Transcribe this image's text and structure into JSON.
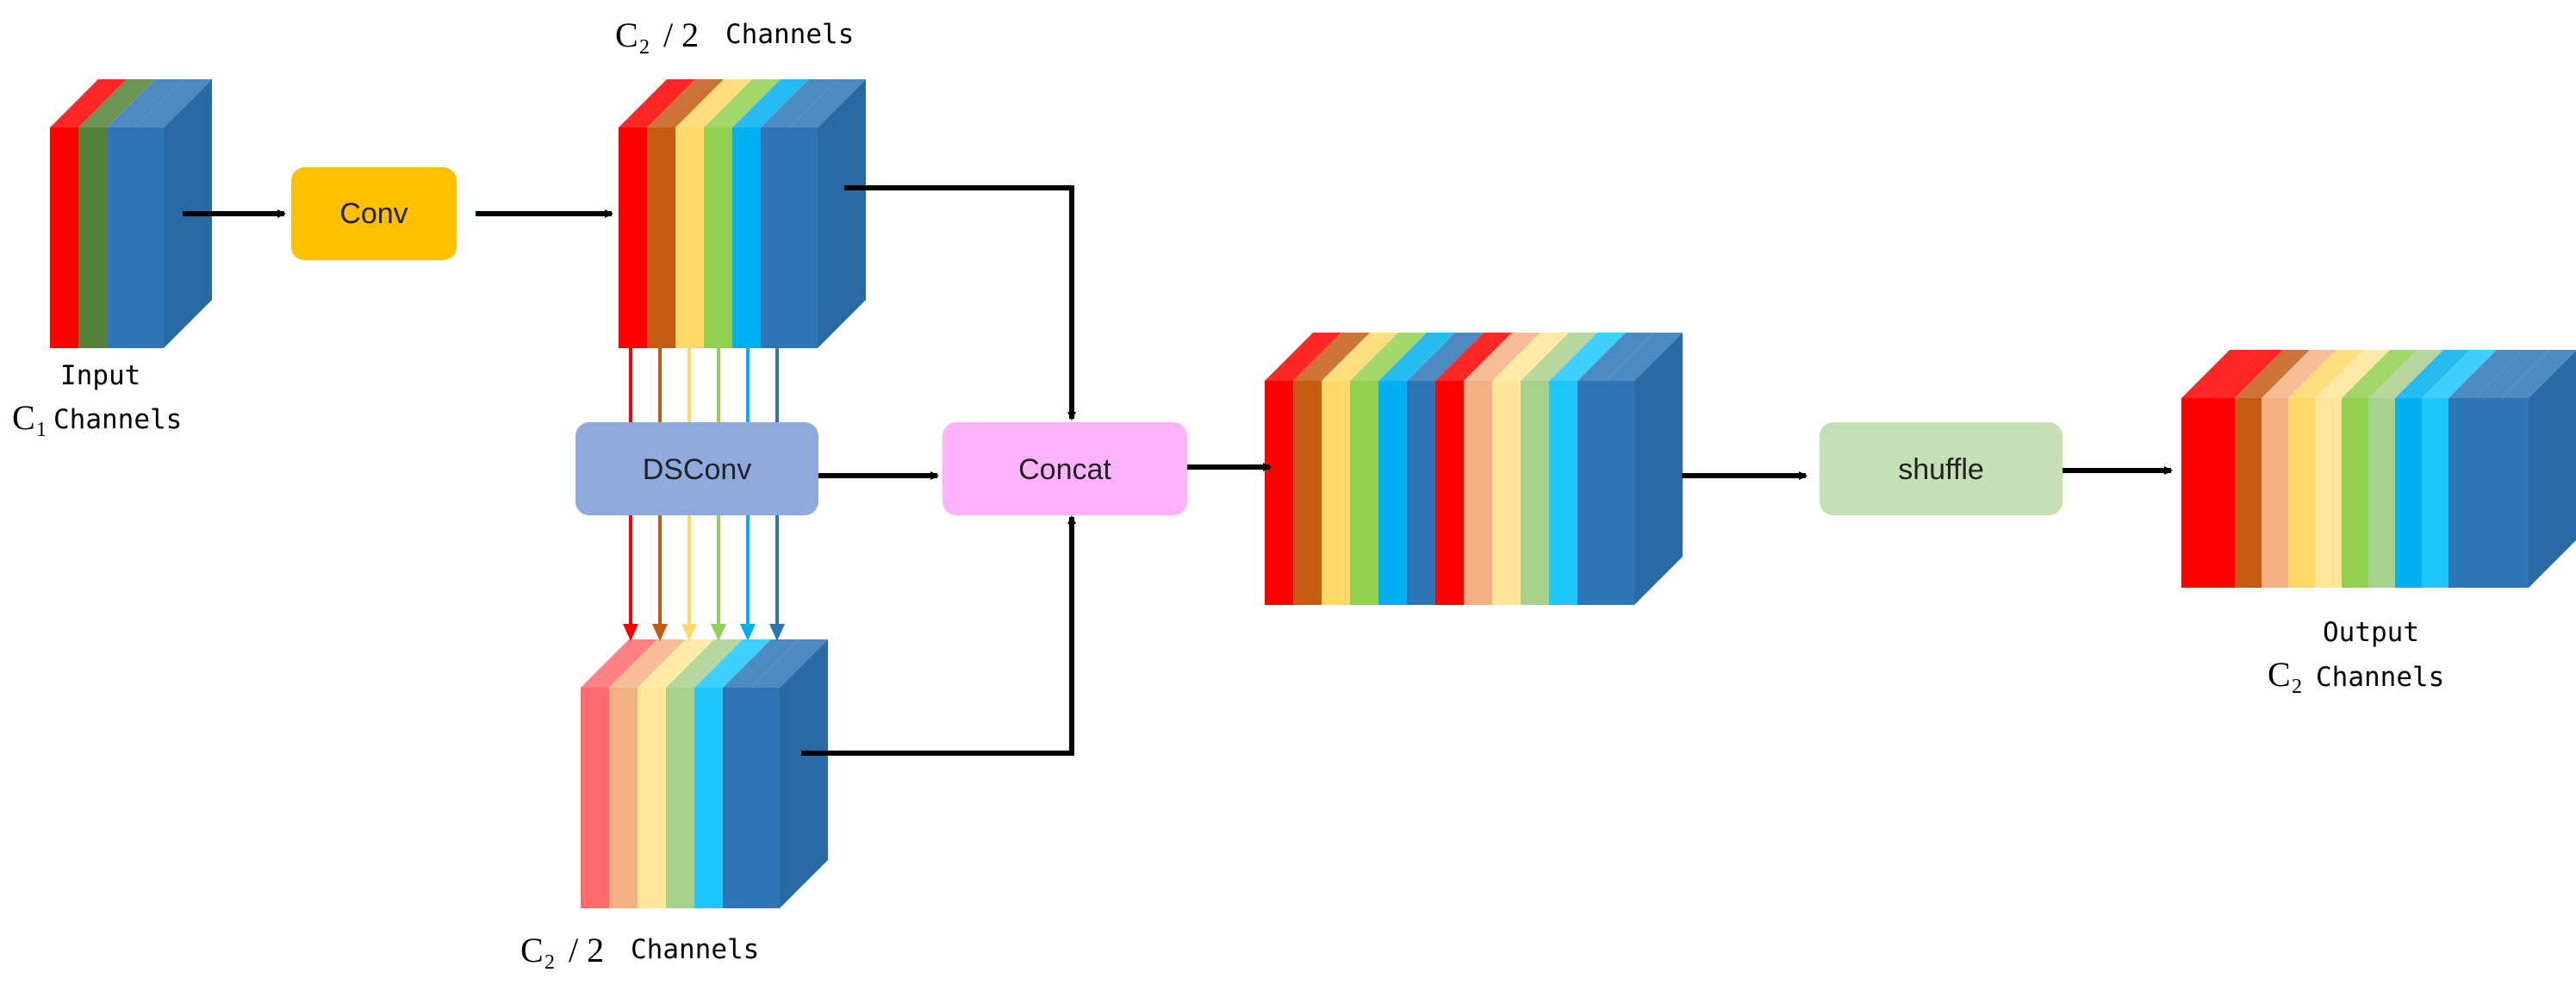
{
  "colors": {
    "red": "#ff0000",
    "orange": "#c55a11",
    "yellow": "#ffd966",
    "green": "#92d050",
    "cyan": "#00b0f0",
    "blue": "#2e75b6",
    "dark_green": "#538135",
    "light_red": "#ff6b6b",
    "light_orange": "#f4b183",
    "light_yellow": "#ffe699",
    "light_green": "#a9d18e",
    "light_cyan": "#1ec8ff",
    "conv": "#ffc000",
    "dsconv": "#8faadc",
    "concat": "#ffb3ff",
    "shuffle": "#c5e0b4"
  },
  "labels": {
    "input_word": "Input",
    "input_c": "C",
    "input_sub": "1",
    "input_channels": "Channels",
    "top_c": "C",
    "top_sub": "2",
    "top_rest": "/ 2",
    "top_channels": "Channels",
    "bottom_c": "C",
    "bottom_sub": "2",
    "bottom_rest": "/ 2",
    "bottom_channels": "Channels",
    "output_word": "Output",
    "output_c": "C",
    "output_sub": "2",
    "output_channels": "Channels"
  },
  "blocks": {
    "conv": "Conv",
    "dsconv": "DSConv",
    "concat": "Concat",
    "shuffle": "shuffle"
  },
  "tensors": {
    "input": [
      "red",
      "dark_green",
      "blue",
      "blue"
    ],
    "top": [
      "red",
      "orange",
      "yellow",
      "green",
      "cyan",
      "blue",
      "blue"
    ],
    "bottom": [
      "light_red",
      "light_orange",
      "light_yellow",
      "light_green",
      "light_cyan",
      "blue",
      "blue"
    ],
    "concat_out": [
      "red",
      "orange",
      "yellow",
      "green",
      "cyan",
      "blue",
      "red",
      "light_orange",
      "light_yellow",
      "light_green",
      "light_cyan",
      "blue",
      "blue"
    ],
    "output": [
      "red",
      "red",
      "orange",
      "light_orange",
      "yellow",
      "light_yellow",
      "green",
      "light_green",
      "cyan",
      "light_cyan",
      "blue",
      "blue",
      "blue"
    ]
  }
}
